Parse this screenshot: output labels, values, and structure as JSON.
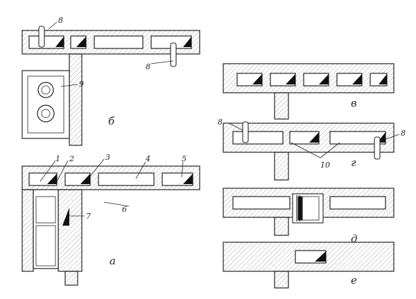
{
  "figure": {
    "panel_letters": {
      "a": "а",
      "b": "б",
      "v": "в",
      "g": "г",
      "d": "д",
      "e": "е"
    },
    "callouts": {
      "n1": "1",
      "n2": "2",
      "n3": "3",
      "n4": "4",
      "n5": "5",
      "n6": "6",
      "n7": "7",
      "n8": "8",
      "n9": "9",
      "n10": "10"
    },
    "colors": {
      "ink": "#222222",
      "hatch": "#555555",
      "paper": "#ffffff"
    }
  }
}
